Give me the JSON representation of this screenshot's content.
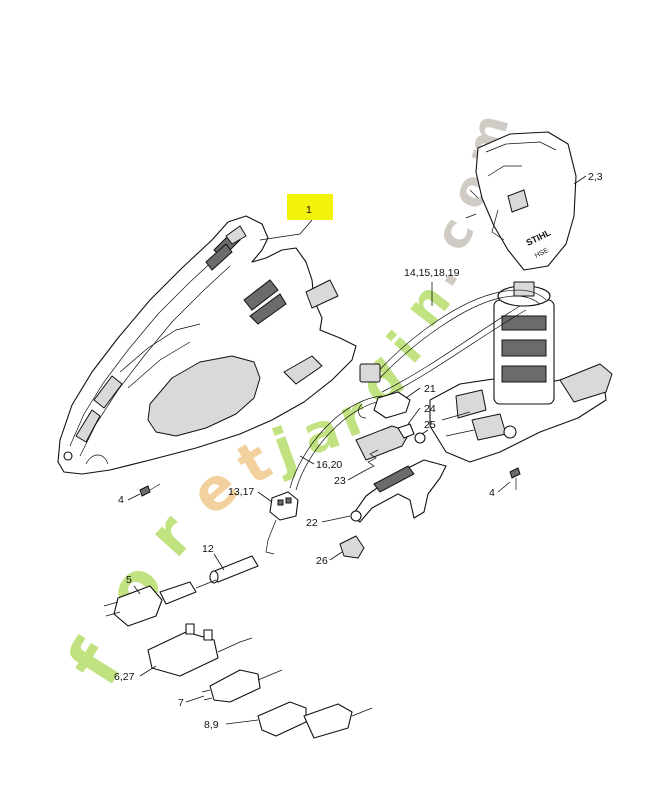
{
  "diagram": {
    "highlight_color": "#f2f20a",
    "labels": {
      "p1": "1",
      "p2_3": "2,3",
      "p14_15_18_19": "14,15,18,19",
      "p21": "21",
      "p24": "24",
      "p25": "25",
      "p23": "23",
      "p16_20": "16,20",
      "p13_17": "13,17",
      "p4_left": "4",
      "p4_right": "4",
      "p22": "22",
      "p26": "26",
      "p12": "12",
      "p5": "5",
      "p6_27": "6,27",
      "p7": "7",
      "p8_9": "8,9"
    },
    "brand": {
      "logo": "STIHL",
      "model": "HSE"
    },
    "watermark": {
      "text": "foretjardin.com",
      "color_green": "#b7de6a",
      "color_orange": "#f2c98e",
      "color_gray": "#c9c3bb"
    }
  }
}
